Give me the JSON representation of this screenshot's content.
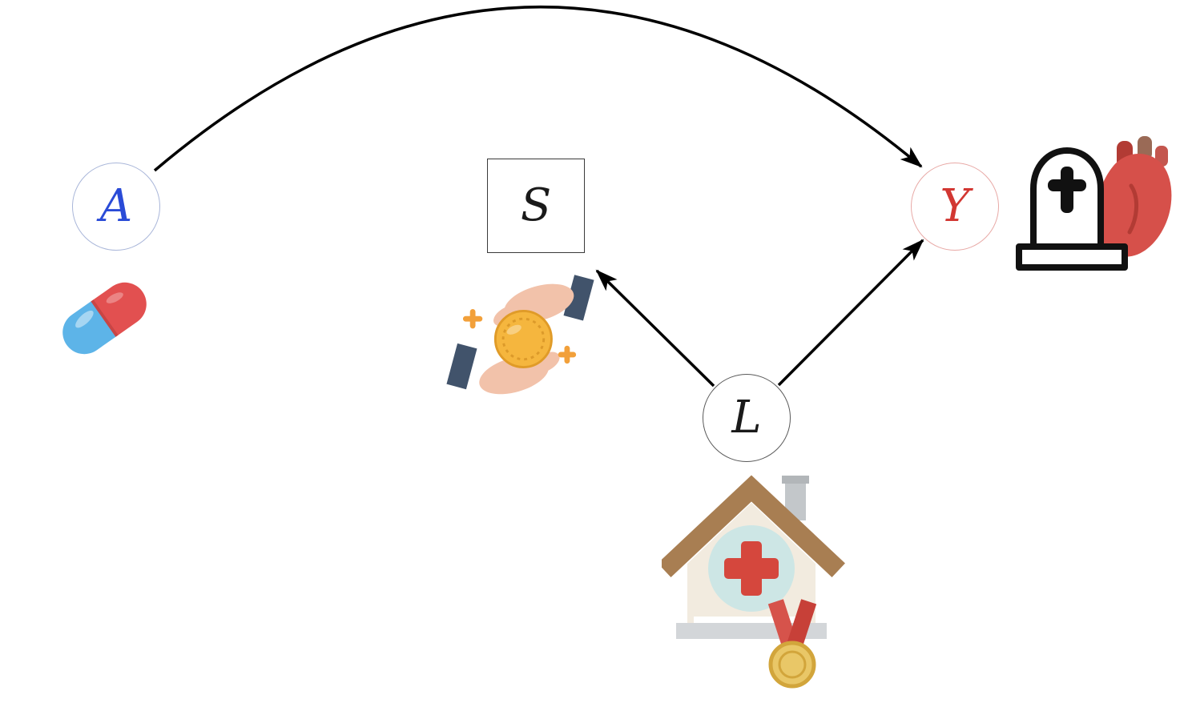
{
  "figure": {
    "type": "causal-dag",
    "background": "#ffffff"
  },
  "nodes": {
    "A": {
      "label": "A",
      "shape": "circle",
      "text_color": "#2a4bd7",
      "border_color": "#a9b6d9",
      "icon": "pill-icon"
    },
    "S": {
      "label": "S",
      "shape": "square",
      "text_color": "#1a1a1a",
      "border_color": "#3a3a3a",
      "icon": "money-hands-icon"
    },
    "L": {
      "label": "L",
      "shape": "circle",
      "text_color": "#1a1a1a",
      "border_color": "#5a5a5a",
      "icon": "hospital-medal-icon"
    },
    "Y": {
      "label": "Y",
      "shape": "circle",
      "text_color": "#d23732",
      "border_color": "#e8a9a6",
      "icon": "tombstone-heart-icon"
    }
  },
  "edges": [
    {
      "id": "A-Y",
      "from": "A",
      "to": "Y",
      "shape": "curved-arc",
      "color": "#000000"
    },
    {
      "id": "L-S",
      "from": "L",
      "to": "S",
      "shape": "straight",
      "color": "#000000"
    },
    {
      "id": "L-Y",
      "from": "L",
      "to": "Y",
      "shape": "straight",
      "color": "#000000"
    }
  ],
  "icon_colors": {
    "pill_red": "#e25050",
    "pill_blue": "#5db4e8",
    "coin_gold": "#f5b63e",
    "hand_skin": "#f2c2aa",
    "sleeve_navy": "#41536b",
    "plus_orange": "#f2a03a",
    "heart_red": "#d6504a",
    "tombstone_outline": "#111111",
    "roof_brown": "#a87e52",
    "wall_cream": "#f2ebdf",
    "cross_red": "#d5473d",
    "circle_teal": "#cde6e5",
    "base_gray": "#d3d6d9",
    "ribbon_red": "#d6534b",
    "medal_gold": "#e9c767"
  }
}
